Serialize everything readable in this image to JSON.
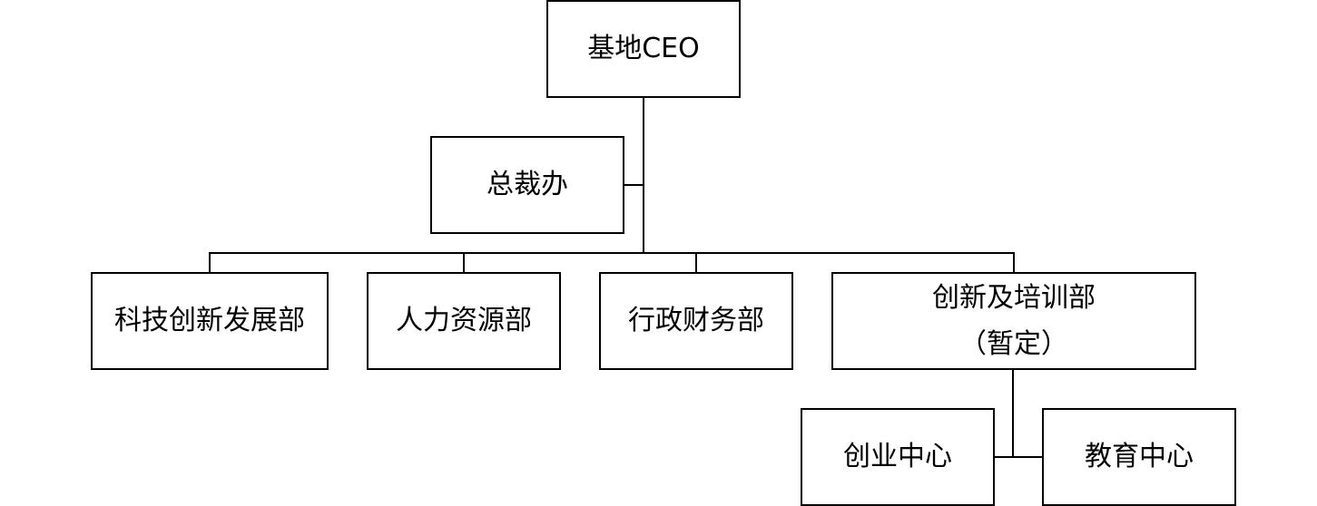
{
  "org_chart": {
    "ceo": "基地CEO",
    "president_office": "总裁办",
    "departments": {
      "tech": "科技创新发展部",
      "hr": "人力资源部",
      "admin_finance": "行政财务部",
      "innovation_training": {
        "line1": "创新及培训部",
        "line2": "（暂定）"
      }
    },
    "centers": {
      "entrepreneurship": "创业中心",
      "education": "教育中心"
    }
  },
  "colors": {
    "line": "#000000",
    "box_border": "#000000",
    "background": "#ffffff"
  }
}
